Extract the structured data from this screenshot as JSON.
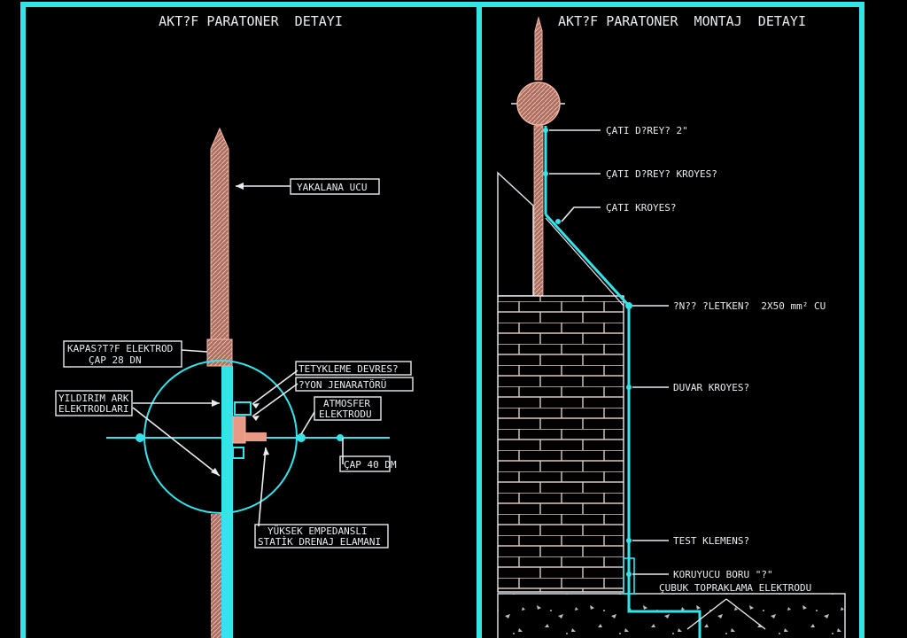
{
  "left_panel": {
    "title": "AKT?F PARATONER  DETAYI",
    "labels": {
      "yakalama_ucu": "YAKALANA UCU",
      "kapasitif_1": "KAPAS?T?F ELEKTROD",
      "kapasitif_2": "ÇAP 28 DN",
      "yildirim_1": "YILDIRIM ARK",
      "yildirim_2": "ELEKTRODLARI",
      "tetikleme": "TETYKLEME DEVRES?",
      "iyon": "?YON JENARATÖRÜ",
      "atmosfer_1": "ATMOSFER",
      "atmosfer_2": "ELEKTRODU",
      "cap40": "ÇAP 40 DM",
      "yuksek_1": "YÜKSEK EMPEDANSLI",
      "yuksek_2": "STATİK DRENAJ ELAMANI"
    }
  },
  "right_panel": {
    "title": "AKT?F PARATONER  MONTAJ  DETAYI",
    "labels": {
      "cati_diregi": "ÇATI D?REY? 2\"",
      "cati_kroşe": "ÇATI D?REY? KROYES?",
      "cati_kroyes": "ÇATI KROYES?",
      "iletken": "?N?? ?LETKEN?  2X50 mm² CU",
      "duvar": "DUVAR KROYES?",
      "test": "TEST KLEMENS?",
      "boru": "KORUYUCU BORU \"?\"",
      "cubuk": "ÇUBUK TOPRAKLAMA ELEKTRODU"
    }
  },
  "colors": {
    "frame": "#35e3ea",
    "rod": "#e89a86",
    "label": "#e9edf0",
    "background": "#000000"
  }
}
